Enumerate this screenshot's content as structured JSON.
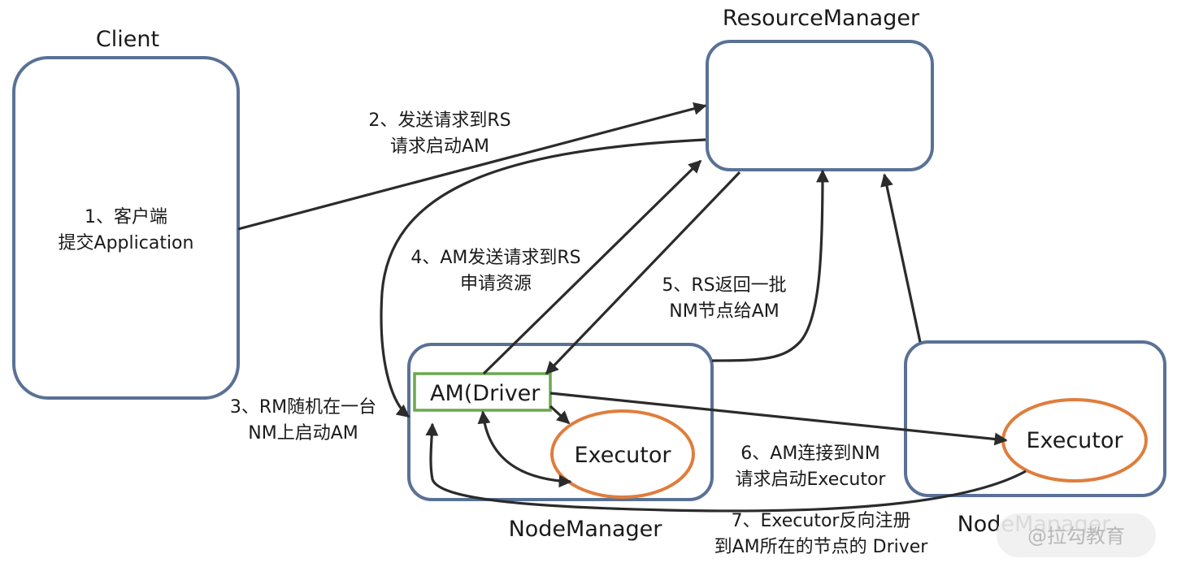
{
  "titles": {
    "client": "Client",
    "resource_manager": "ResourceManager",
    "node_manager_1": "NodeManager",
    "node_manager_2": "NodeManager"
  },
  "client_box": {
    "line1": "1、客户端",
    "line2": "提交Application"
  },
  "am_driver": "AM(Driver",
  "executor_1": "Executor",
  "executor_2": "Executor",
  "steps": {
    "s2": {
      "line1": "2、发送请求到RS",
      "line2": "请求启动AM"
    },
    "s3": {
      "line1": "3、RM随机在一台",
      "line2": "NM上启动AM"
    },
    "s4": {
      "line1": "4、AM发送请求到RS",
      "line2": "申请资源"
    },
    "s5": {
      "line1": "5、RS返回一批",
      "line2": "NM节点给AM"
    },
    "s6": {
      "line1": "6、AM连接到NM",
      "line2": "请求启动Executor"
    },
    "s7": {
      "line1": "7、Executor反向注册",
      "line2": "到AM所在的节点的 Driver"
    }
  },
  "watermark": "@拉勾教育",
  "colors": {
    "box_stroke": "#5a7196",
    "executor_stroke": "#e07d3c",
    "am_stroke": "#6aa84f",
    "arrow": "#2b2b2b"
  }
}
